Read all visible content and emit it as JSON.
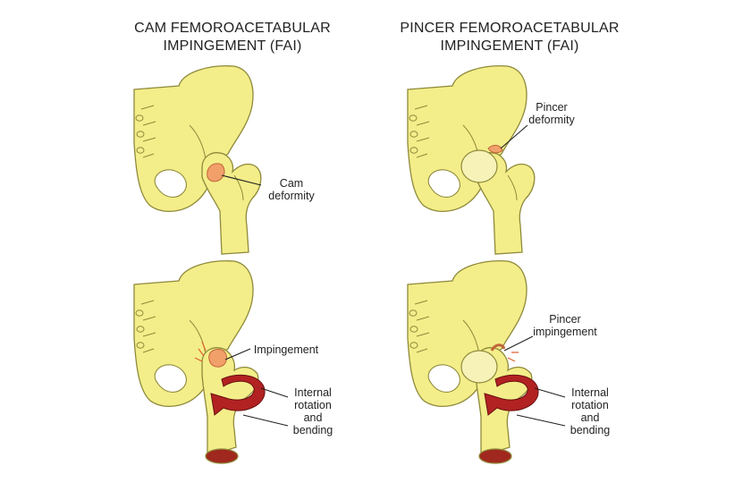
{
  "titles": {
    "cam": [
      "CAM FEMOROACETABULAR",
      "IMPINGEMENT (FAI)"
    ],
    "pincer": [
      "PINCER FEMOROACETABULAR",
      "IMPINGEMENT (FAI)"
    ]
  },
  "labels": {
    "cam_deformity": [
      "Cam",
      "deformity"
    ],
    "pincer_deformity": [
      "Pincer",
      "deformity"
    ],
    "cam_impingement": [
      "Impingement"
    ],
    "pincer_impingement": [
      "Pincer",
      "impingement"
    ],
    "rotation_left": [
      "Internal",
      "rotation",
      "and",
      "bending"
    ],
    "rotation_right": [
      "Internal",
      "rotation",
      "and",
      "bending"
    ]
  },
  "colors": {
    "bone": "#f3ee8a",
    "bone_outline": "#8f8a3a",
    "cam_bump": "#f2a06a",
    "arrow": "#b22222",
    "canal": "#a0281e"
  }
}
